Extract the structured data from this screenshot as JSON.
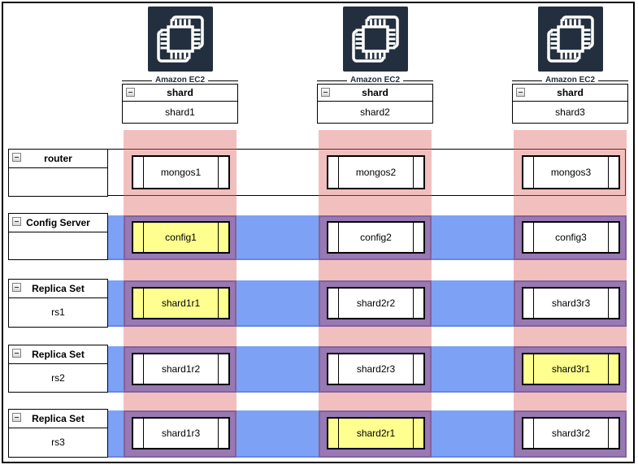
{
  "colors": {
    "band-pink": "rgba(224,103,103,0.42)",
    "band-blue": "#7da1f4",
    "band-purple": "#9879b3",
    "purple-border": "#84619c",
    "node-yellow": "#feff8e",
    "aws-navy": "#232f3e"
  },
  "diagram": {
    "columns": [
      {
        "caption": "Amazon EC2",
        "group": "shard",
        "name": "shard1"
      },
      {
        "caption": "Amazon EC2",
        "group": "shard",
        "name": "shard2"
      },
      {
        "caption": "Amazon EC2",
        "group": "shard",
        "name": "shard3"
      }
    ],
    "rows": [
      {
        "title": "router",
        "subtitle": ""
      },
      {
        "title": "Config Server",
        "subtitle": ""
      },
      {
        "title": "Replica Set",
        "subtitle": "rs1"
      },
      {
        "title": "Replica Set",
        "subtitle": "rs2"
      },
      {
        "title": "Replica Set",
        "subtitle": "rs3"
      }
    ],
    "nodes": [
      [
        {
          "label": "mongos1",
          "highlight": false
        },
        {
          "label": "mongos2",
          "highlight": false
        },
        {
          "label": "mongos3",
          "highlight": false
        }
      ],
      [
        {
          "label": "config1",
          "highlight": true
        },
        {
          "label": "config2",
          "highlight": false
        },
        {
          "label": "config3",
          "highlight": false
        }
      ],
      [
        {
          "label": "shard1r1",
          "highlight": true
        },
        {
          "label": "shard2r2",
          "highlight": false
        },
        {
          "label": "shard3r3",
          "highlight": false
        }
      ],
      [
        {
          "label": "shard1r2",
          "highlight": false
        },
        {
          "label": "shard2r3",
          "highlight": false
        },
        {
          "label": "shard3r1",
          "highlight": true
        }
      ],
      [
        {
          "label": "shard1r3",
          "highlight": false
        },
        {
          "label": "shard2r1",
          "highlight": true
        },
        {
          "label": "shard3r2",
          "highlight": false
        }
      ]
    ]
  }
}
